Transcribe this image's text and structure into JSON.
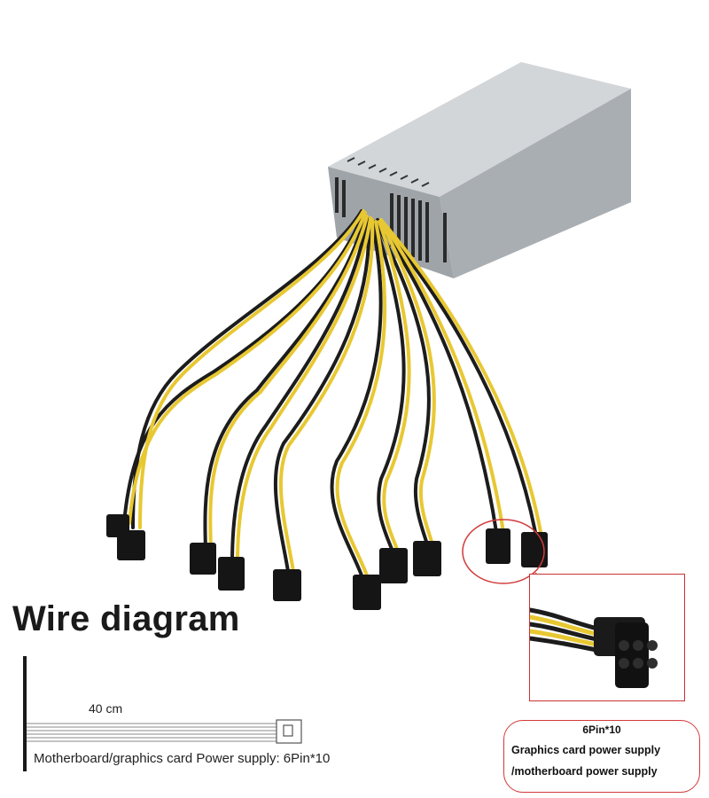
{
  "heading": "Wire diagram",
  "cable_length": "40 cm",
  "wire_caption": "Motherboard/graphics card Power supply: 6Pin*10",
  "spec": {
    "title": "6Pin*10",
    "line1": "Graphics card power supply",
    "line2": "/motherboard power supply"
  },
  "colors": {
    "psu_body": "#b8bcc0",
    "wire_yellow": "#e8c832",
    "wire_black": "#1c1c1c",
    "highlight_red": "#d23a3a"
  }
}
